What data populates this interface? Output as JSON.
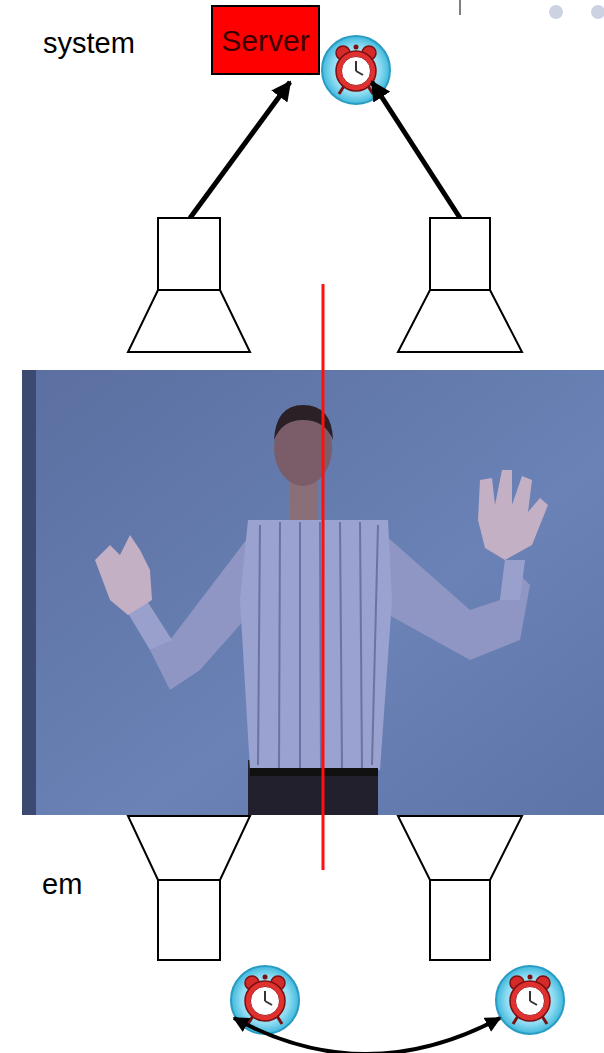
{
  "diagram": {
    "nodes": [
      {
        "text": [
          "Server"
        ]
      }
    ],
    "labels": [
      "system",
      "em"
    ]
  }
}
